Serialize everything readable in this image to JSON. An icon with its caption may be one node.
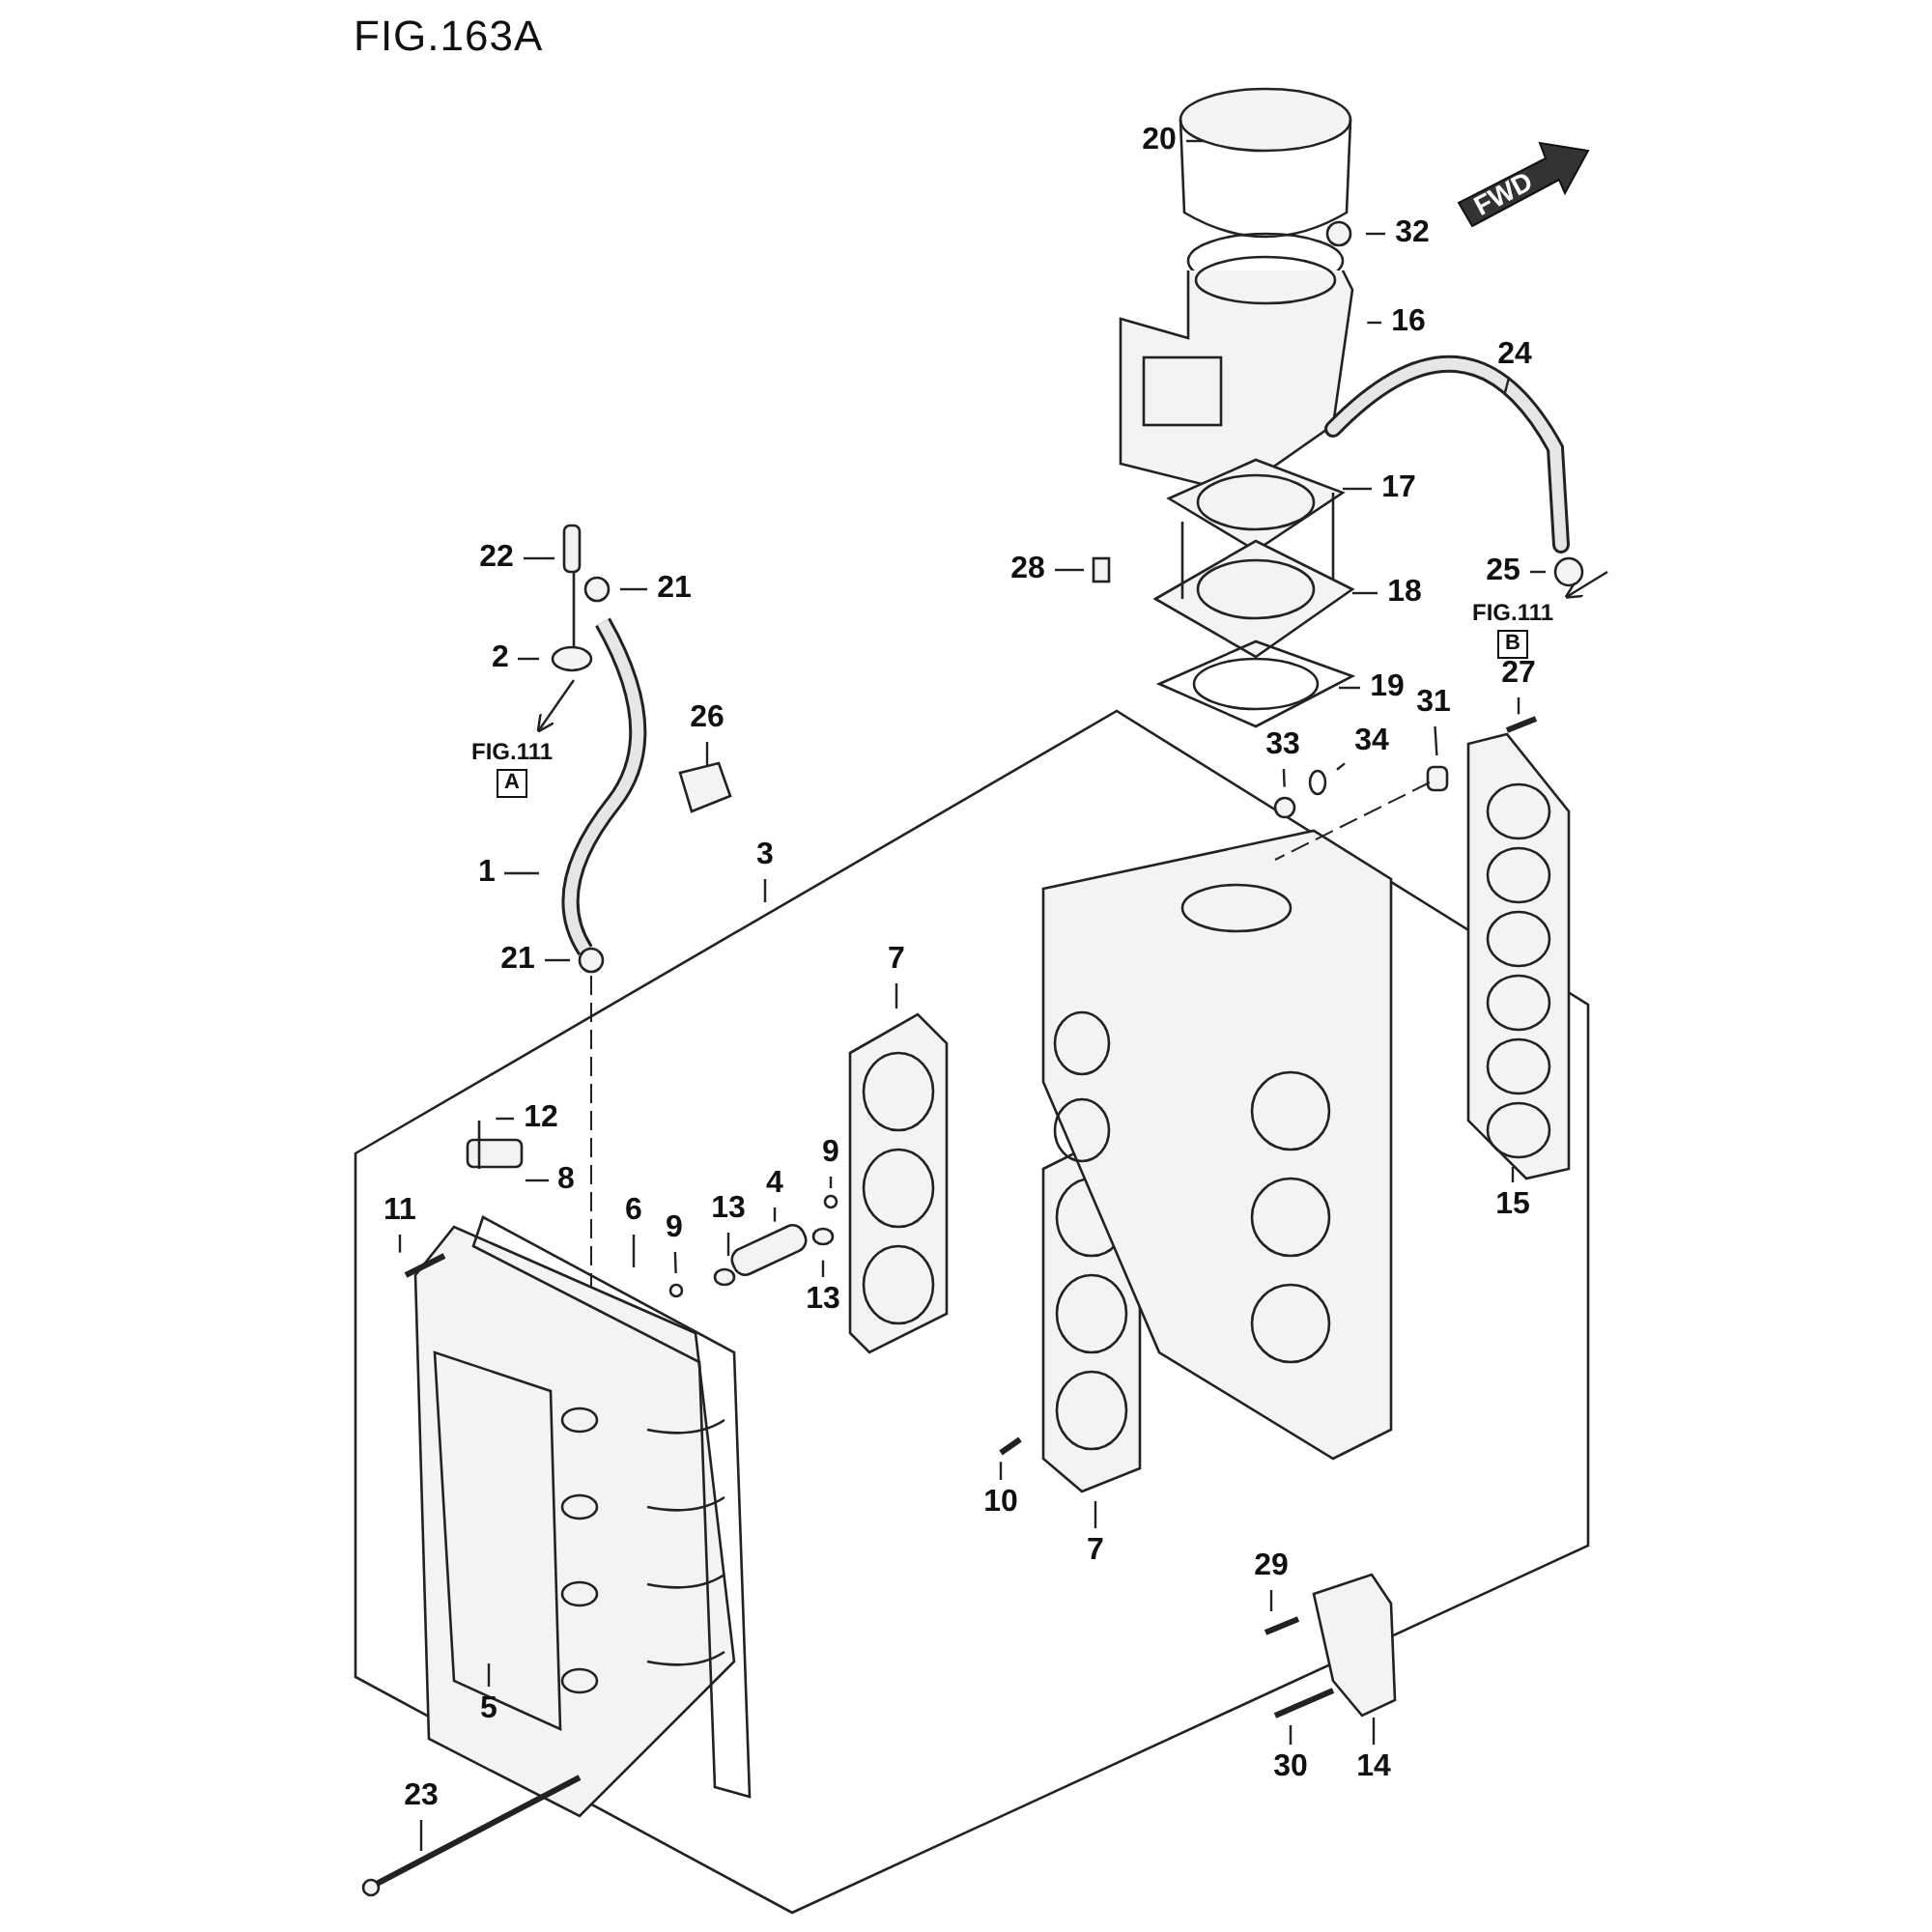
{
  "diagram": {
    "title": "FIG.163A",
    "nodes": [
      {
        "text": [
          "20"
        ]
      },
      {
        "text": [
          "32"
        ]
      },
      {
        "text": [
          "16"
        ]
      },
      {
        "text": [
          "24"
        ]
      },
      {
        "text": [
          "17"
        ]
      },
      {
        "text": [
          "28"
        ]
      },
      {
        "text": [
          "22"
        ]
      },
      {
        "text": [
          "25"
        ]
      },
      {
        "text": [
          "18"
        ]
      },
      {
        "text": [
          "21"
        ]
      },
      {
        "text": [
          "FIG.111",
          "B"
        ]
      },
      {
        "text": [
          "2"
        ]
      },
      {
        "text": [
          "27"
        ]
      },
      {
        "text": [
          "19"
        ]
      },
      {
        "text": [
          "31"
        ]
      },
      {
        "text": [
          "26"
        ]
      },
      {
        "text": [
          "34"
        ]
      },
      {
        "text": [
          "33"
        ]
      },
      {
        "text": [
          "FIG.111",
          "A"
        ]
      },
      {
        "text": [
          "1"
        ]
      },
      {
        "text": [
          "3"
        ]
      },
      {
        "text": [
          "21"
        ]
      },
      {
        "text": [
          "7"
        ]
      },
      {
        "text": [
          "12"
        ]
      },
      {
        "text": [
          "9"
        ]
      },
      {
        "text": [
          "8"
        ]
      },
      {
        "text": [
          "4"
        ]
      },
      {
        "text": [
          "15"
        ]
      },
      {
        "text": [
          "11"
        ]
      },
      {
        "text": [
          "6"
        ]
      },
      {
        "text": [
          "13"
        ]
      },
      {
        "text": [
          "9"
        ]
      },
      {
        "text": [
          "13"
        ]
      },
      {
        "text": [
          "10"
        ]
      },
      {
        "text": [
          "7"
        ]
      },
      {
        "text": [
          "29"
        ]
      },
      {
        "text": [
          "5"
        ]
      },
      {
        "text": [
          "30"
        ]
      },
      {
        "text": [
          "14"
        ]
      },
      {
        "text": [
          "23"
        ]
      }
    ],
    "edges": [
      {
        "from": 0,
        "to": null,
        "arrow": "none"
      },
      {
        "from": 1,
        "to": null,
        "arrow": "none"
      },
      {
        "from": 2,
        "to": null,
        "arrow": "none"
      },
      {
        "from": 3,
        "to": null,
        "arrow": "none"
      },
      {
        "from": 4,
        "to": null,
        "arrow": "none"
      },
      {
        "from": 5,
        "to": null,
        "arrow": "none"
      },
      {
        "from": 6,
        "to": null,
        "arrow": "none"
      },
      {
        "from": 7,
        "to": null,
        "arrow": "none"
      },
      {
        "from": 8,
        "to": null,
        "arrow": "none"
      },
      {
        "from": 9,
        "to": null,
        "arrow": "none"
      },
      {
        "from": 11,
        "to": null,
        "arrow": "none"
      },
      {
        "from": 12,
        "to": null,
        "arrow": "none"
      },
      {
        "from": 13,
        "to": null,
        "arrow": "none"
      },
      {
        "from": 14,
        "to": null,
        "arrow": "none"
      },
      {
        "from": 15,
        "to": null,
        "arrow": "none"
      },
      {
        "from": 16,
        "to": null,
        "arrow": "none"
      },
      {
        "from": 17,
        "to": null,
        "arrow": "none"
      },
      {
        "from": 19,
        "to": null,
        "arrow": "none"
      },
      {
        "from": 20,
        "to": null,
        "arrow": "none"
      },
      {
        "from": 21,
        "to": null,
        "arrow": "none"
      },
      {
        "from": 22,
        "to": null,
        "arrow": "none"
      },
      {
        "from": 23,
        "to": null,
        "arrow": "none"
      },
      {
        "from": 24,
        "to": null,
        "arrow": "none"
      },
      {
        "from": 25,
        "to": null,
        "arrow": "none"
      },
      {
        "from": 26,
        "to": null,
        "arrow": "none"
      },
      {
        "from": 27,
        "to": null,
        "arrow": "none"
      },
      {
        "from": 28,
        "to": null,
        "arrow": "none"
      },
      {
        "from": 29,
        "to": null,
        "arrow": "none"
      },
      {
        "from": 30,
        "to": null,
        "arrow": "none"
      },
      {
        "from": 31,
        "to": null,
        "arrow": "none"
      },
      {
        "from": 32,
        "to": null,
        "arrow": "none"
      },
      {
        "from": 33,
        "to": null,
        "arrow": "none"
      },
      {
        "from": 34,
        "to": null,
        "arrow": "none"
      },
      {
        "from": 35,
        "to": null,
        "arrow": "none"
      },
      {
        "from": 36,
        "to": null,
        "arrow": "none"
      },
      {
        "from": 37,
        "to": null,
        "arrow": "none"
      },
      {
        "from": 38,
        "to": null,
        "arrow": "none"
      },
      {
        "from": 39,
        "to": null,
        "arrow": "none"
      },
      {
        "from": null,
        "to": 10,
        "arrow": "to"
      },
      {
        "from": null,
        "to": 18,
        "arrow": "to"
      }
    ],
    "labels": [
      "FWD"
    ]
  }
}
